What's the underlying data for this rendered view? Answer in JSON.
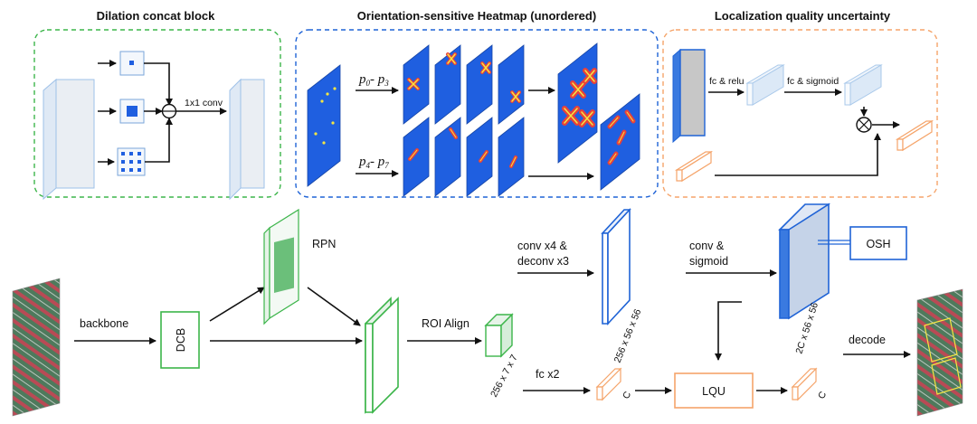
{
  "panels": {
    "dcb_title": "Dilation concat block",
    "osh_title": "Orientation-sensitive Heatmap (unordered)",
    "lqu_title": "Localization quality uncertainty"
  },
  "dcb_panel": {
    "conv_label": "1x1 conv"
  },
  "osh_panel": {
    "p_top_a": "p",
    "p_top_a_sub": "0",
    "p_top_b": "- p",
    "p_top_b_sub": "3",
    "p_bot_a": "p",
    "p_bot_a_sub": "4",
    "p_bot_b": "- p",
    "p_bot_b_sub": "7"
  },
  "lqu_panel": {
    "fc_relu": "fc & relu",
    "fc_sigmoid": "fc & sigmoid"
  },
  "pipeline": {
    "backbone": "backbone",
    "dcb": "DCB",
    "rpn": "RPN",
    "roi_align": "ROI Align",
    "roi_dims": "256 x 7 x 7",
    "conv_deconv_line1": "conv x4 &",
    "conv_deconv_line2": "deconv x3",
    "feat_dims": "256 x 56 x 56",
    "conv_sigmoid_line1": "conv &",
    "conv_sigmoid_line2": "sigmoid",
    "heat_dims": "2C x 56 x 56",
    "osh": "OSH",
    "fc_x2": "fc x2",
    "c_left": "C",
    "lqu": "LQU",
    "c_right": "C",
    "decode": "decode"
  },
  "colors": {
    "green": "#3cb54a",
    "blue": "#1f63d6",
    "heatmap_blue": "#1f5fe0",
    "orange": "#f5a46a",
    "light_blue": "#a8c8ea",
    "grey": "#c8c8c8"
  }
}
